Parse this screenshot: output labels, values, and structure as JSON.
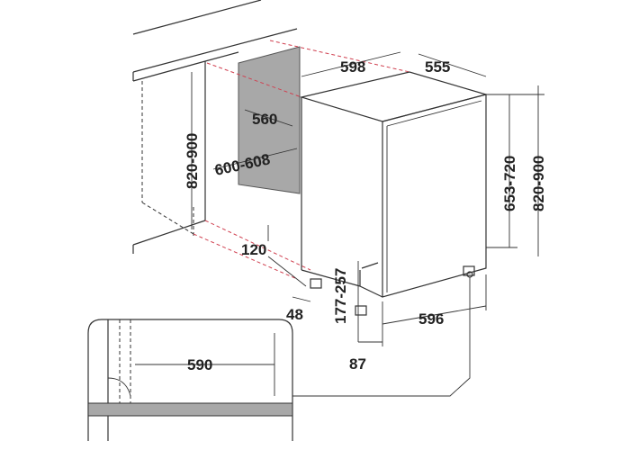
{
  "diagram": {
    "title": "Dishwasher built-in installation dimensions",
    "dimensions": {
      "width_top": "598",
      "depth_top": "555",
      "niche_depth": "560",
      "niche_width": "600-608",
      "niche_height_left": "820-900",
      "appliance_height": "653-720",
      "total_height_right": "820-900",
      "plinth_height": "120",
      "plinth_offset": "48",
      "door_lower": "177-257",
      "door_width": "596",
      "foot_offset": "87",
      "inset_width": "590"
    },
    "colors": {
      "panel": "#a8a8a8",
      "guide": "#d04050",
      "line": "#333333"
    }
  }
}
